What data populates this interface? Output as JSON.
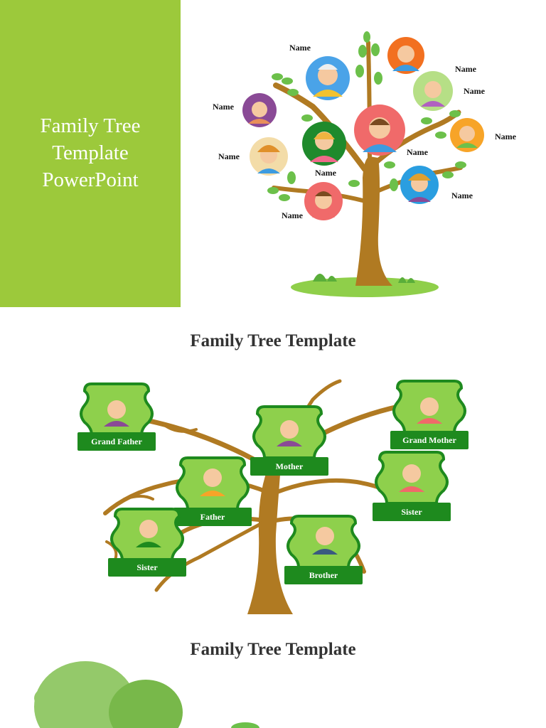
{
  "colors": {
    "panel_green": "#9cc93b",
    "trunk": "#b07a22",
    "leaf": "#6cc04a",
    "label_green": "#1e8a1e",
    "frame_green": "#8ed04c"
  },
  "slide1": {
    "title_lines": [
      "Family Tree",
      "Template",
      "PowerPoint"
    ],
    "member_label": "Name"
  },
  "slide2": {
    "title": "Family Tree Template",
    "members": [
      {
        "label": "Grand Father",
        "icon": "grandfather-icon"
      },
      {
        "label": "Grand Mother",
        "icon": "grandmother-icon"
      },
      {
        "label": "Mother",
        "icon": "mother-icon"
      },
      {
        "label": "Father",
        "icon": "father-icon"
      },
      {
        "label": "Sister",
        "icon": "sister-icon"
      },
      {
        "label": "Sister",
        "icon": "sister-icon"
      },
      {
        "label": "Brother",
        "icon": "brother-icon"
      }
    ]
  },
  "slide3": {
    "title": "Family Tree Template"
  }
}
